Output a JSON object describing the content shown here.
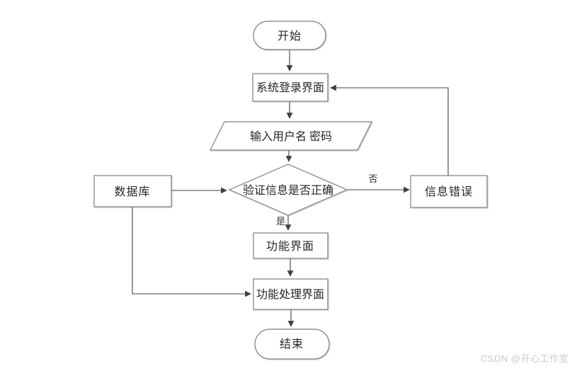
{
  "diagram": {
    "nodes": {
      "start": {
        "label": "开始"
      },
      "login": {
        "label": "系统登录界面"
      },
      "input": {
        "label": "输入用户名 密码"
      },
      "verify": {
        "label": "验证信息是否正确"
      },
      "database": {
        "label": "数据库"
      },
      "error": {
        "label": "信息错误"
      },
      "func": {
        "label": "功能界面"
      },
      "proc": {
        "label": "功能处理界面"
      },
      "end": {
        "label": "结束"
      }
    },
    "edge_labels": {
      "yes": "是",
      "no": "否"
    },
    "colors": {
      "shape_stroke": "#7f7f7f",
      "line": "#404040",
      "text": "#262626",
      "watermark": "#c9c9c9"
    }
  },
  "watermark": {
    "text": "CSDN @开心工作室"
  }
}
